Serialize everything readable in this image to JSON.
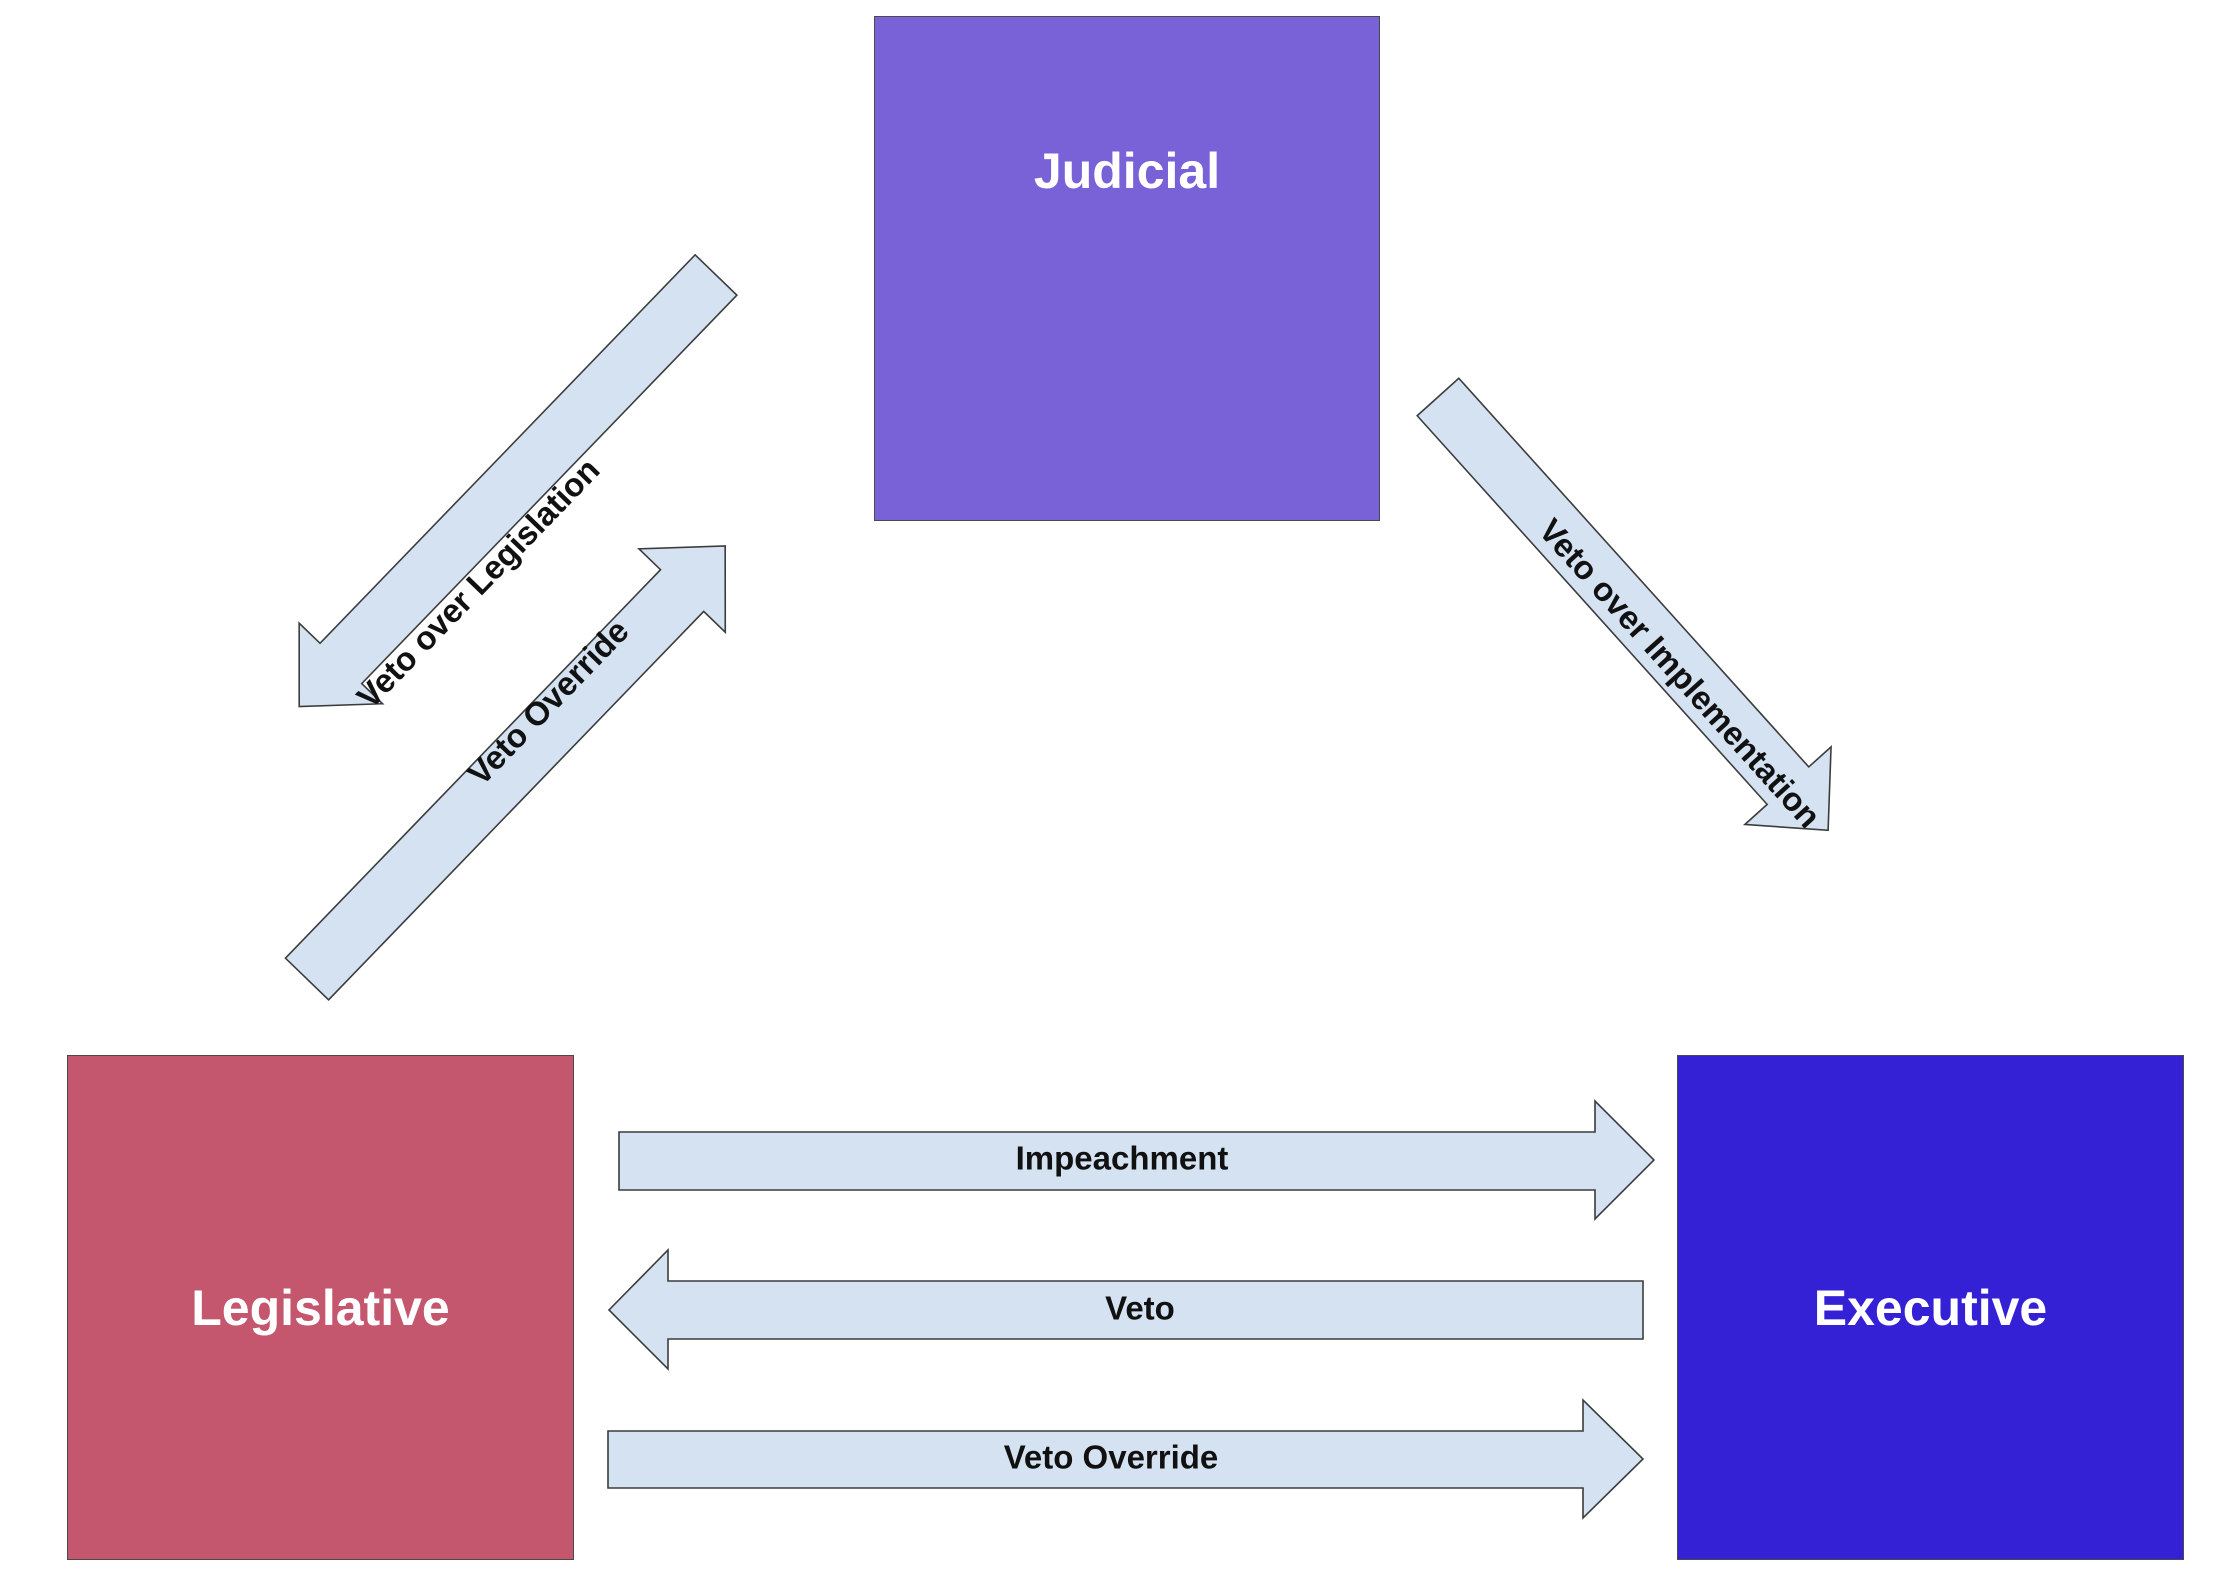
{
  "nodes": {
    "judicial": {
      "label": "Judicial",
      "color": "#7962d8"
    },
    "legislative": {
      "label": "Legislative",
      "color": "#c4566e"
    },
    "executive": {
      "label": "Executive",
      "color": "#3421d6"
    }
  },
  "arrows": {
    "impeachment": "Impeachment",
    "veto": "Veto",
    "veto_override_bottom": "Veto Override",
    "veto_over_legislation": "Veto over Legislation",
    "veto_override_diagonal": "Veto Override",
    "veto_over_implementation": "Veto over Implementation"
  },
  "edges": [
    {
      "from": "legislative",
      "to": "executive",
      "label_key": "impeachment"
    },
    {
      "from": "executive",
      "to": "legislative",
      "label_key": "veto"
    },
    {
      "from": "legislative",
      "to": "executive",
      "label_key": "veto_override_bottom"
    },
    {
      "from": "judicial",
      "to": "legislative",
      "label_key": "veto_over_legislation"
    },
    {
      "from": "legislative",
      "to": "judicial",
      "label_key": "veto_override_diagonal"
    },
    {
      "from": "judicial",
      "to": "executive",
      "label_key": "veto_over_implementation"
    }
  ],
  "colors": {
    "arrow_fill": "#d4e2f2",
    "arrow_stroke": "#3c3c3c"
  }
}
